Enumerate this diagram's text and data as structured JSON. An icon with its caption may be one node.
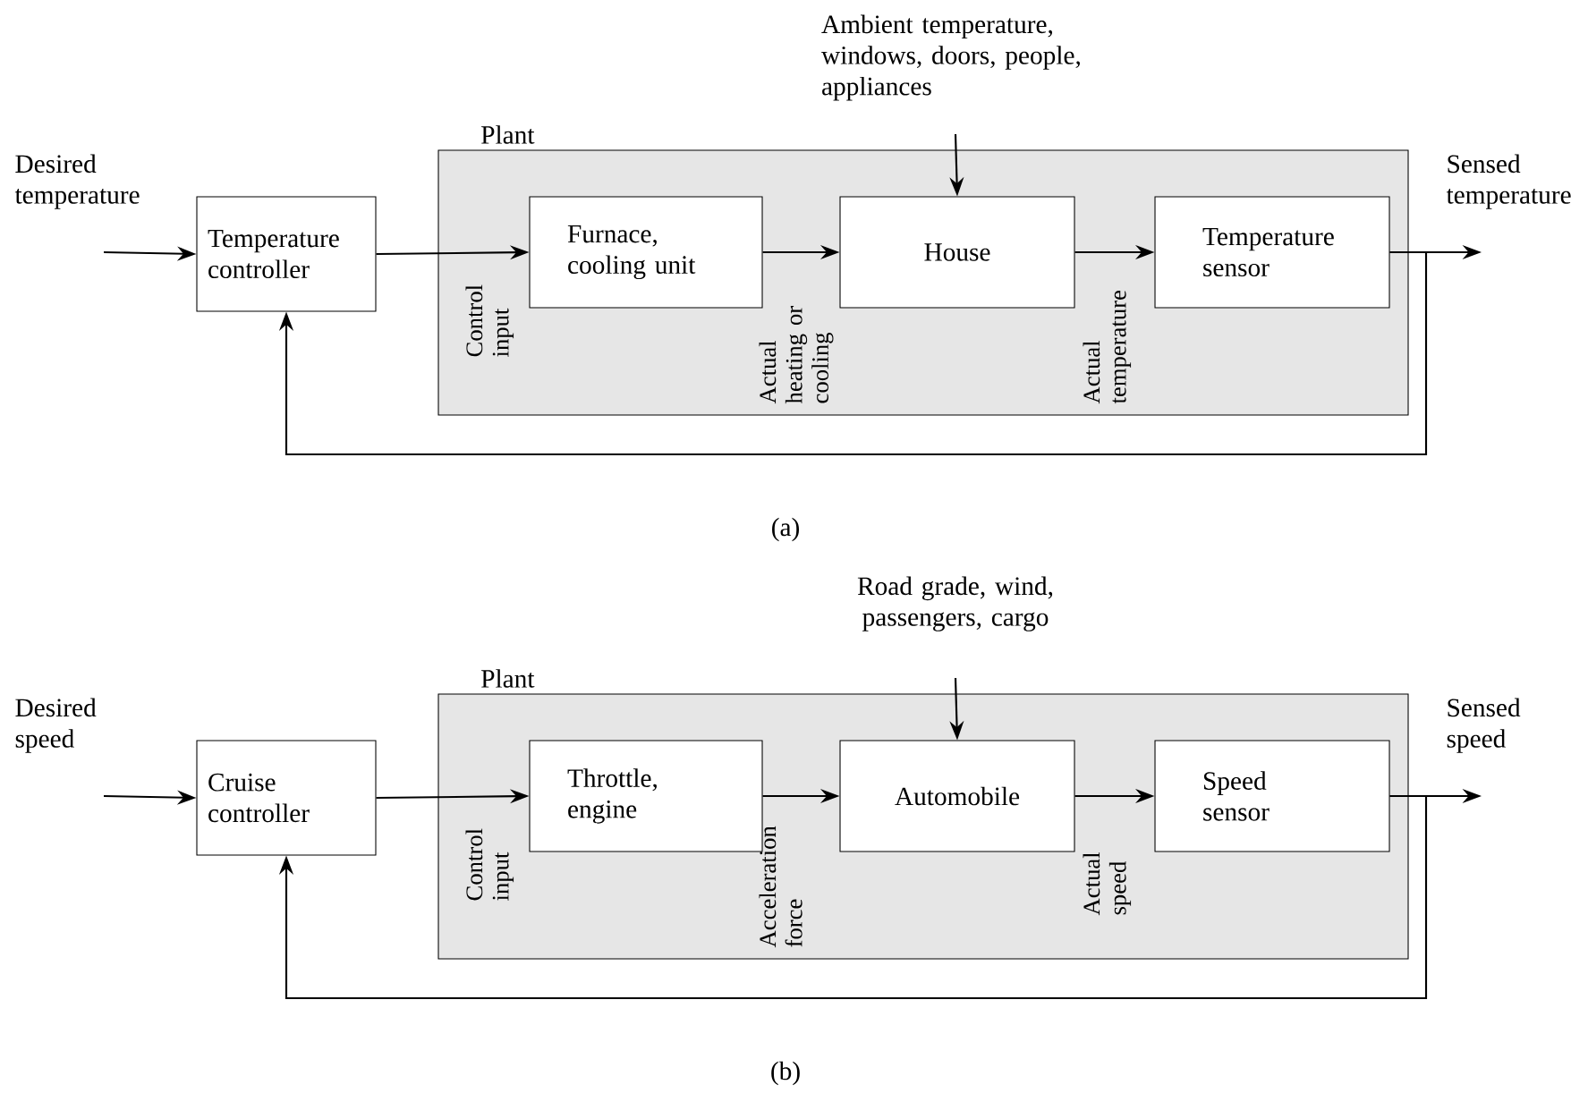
{
  "diagram": {
    "nodes": [
      {
        "text": [
          "Plant"
        ]
      },
      {
        "text": [
          "Temperature controller"
        ]
      },
      {
        "text": [
          "Furnace, cooling unit"
        ],
        "in": 0
      },
      {
        "text": [
          "House"
        ],
        "in": 0
      },
      {
        "text": [
          "Temperature sensor"
        ],
        "in": 0
      },
      {
        "text": [
          "Plant"
        ]
      },
      {
        "text": [
          "Cruise controller"
        ]
      },
      {
        "text": [
          "Throttle, engine"
        ],
        "in": 5
      },
      {
        "text": [
          "Automobile"
        ],
        "in": 5
      },
      {
        "text": [
          "Speed sensor"
        ],
        "in": 5
      }
    ],
    "edges": [
      {
        "from": null,
        "to": 1,
        "arrow": "to",
        "label": "Desired temperature"
      },
      {
        "from": 1,
        "to": 2,
        "arrow": "to",
        "label": "Control input"
      },
      {
        "from": 2,
        "to": 3,
        "arrow": "to",
        "label": "Actual heating or cooling"
      },
      {
        "from": null,
        "to": 3,
        "arrow": "to",
        "label": "Ambient temperature, windows, doors, people, appliances"
      },
      {
        "from": 3,
        "to": 4,
        "arrow": "to",
        "label": "Actual temperature"
      },
      {
        "from": 4,
        "to": null,
        "arrow": "to",
        "label": "Sensed temperature"
      },
      {
        "from": 4,
        "to": 1,
        "arrow": "to"
      },
      {
        "from": null,
        "to": 6,
        "arrow": "to",
        "label": "Desired speed"
      },
      {
        "from": 6,
        "to": 7,
        "arrow": "to",
        "label": "Control input"
      },
      {
        "from": 7,
        "to": 8,
        "arrow": "to",
        "label": "Acceleration force"
      },
      {
        "from": null,
        "to": 8,
        "arrow": "to",
        "label": "Road grade, wind, passengers, cargo"
      },
      {
        "from": 8,
        "to": 9,
        "arrow": "to",
        "label": "Actual speed"
      },
      {
        "from": 9,
        "to": null,
        "arrow": "to",
        "label": "Sensed speed"
      },
      {
        "from": 9,
        "to": 6,
        "arrow": "to"
      }
    ],
    "labels": [
      "(a)",
      "(b)"
    ]
  }
}
